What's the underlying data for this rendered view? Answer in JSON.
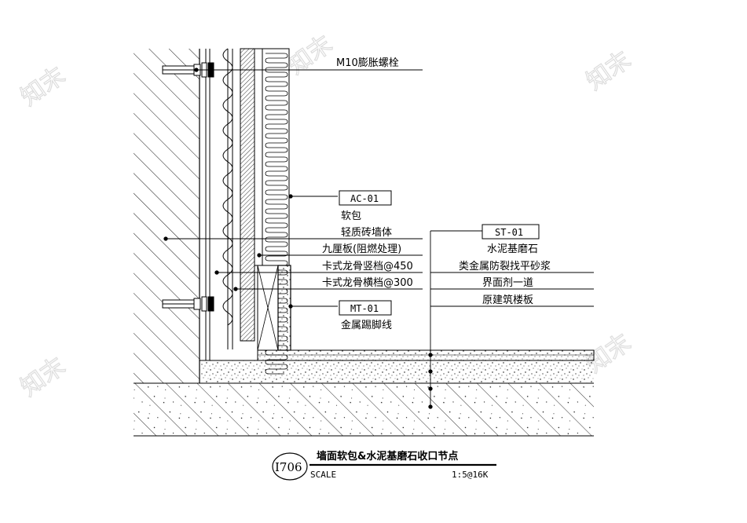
{
  "labels": {
    "bolt": "M10膨胀螺栓",
    "ac_tag": "AC-01",
    "soft_pack": "软包",
    "light_brick": "轻质砖墙体",
    "nine_board": "九厘板(阻燃处理)",
    "keel_vertical": "卡式龙骨竖档@450",
    "keel_horizontal": "卡式龙骨横档@300",
    "mt_tag": "MT-01",
    "metal_skirting": "金属踢脚线",
    "st_tag": "ST-01",
    "cement_terrazzo": "水泥基磨石",
    "crack_mortar": "类金属防裂找平砂浆",
    "interface_agent": "界面剂一道",
    "original_slab": "原建筑楼板"
  },
  "title_block": {
    "number": "I706",
    "title": "墙面软包&水泥基磨石收口节点",
    "scale_label": "SCALE",
    "scale_value": "1:5@16K"
  },
  "watermark": {
    "text": "知末",
    "color": "#d9d9d9"
  }
}
